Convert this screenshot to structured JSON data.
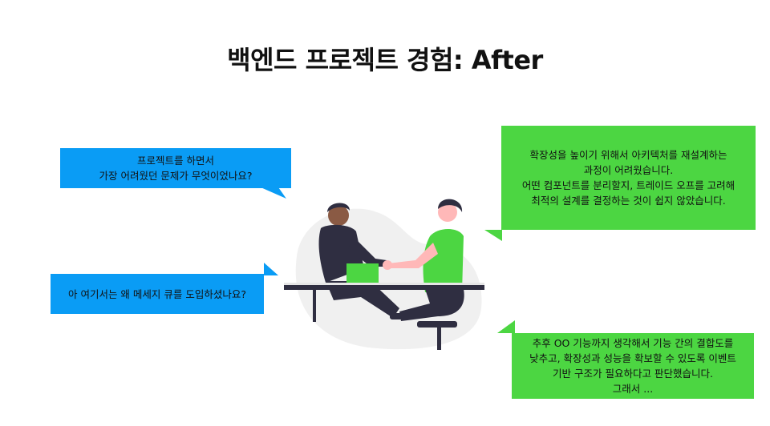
{
  "slide": {
    "title": "백엔드 프로젝트 경험: After"
  },
  "bubbles": {
    "q1": {
      "lines": [
        "프로젝트를 하면서",
        "가장 어려웠던 문제가 무엇이었나요?"
      ]
    },
    "q2": {
      "lines": [
        "아 여기서는 왜 메세지 큐를 도입하셨나요?"
      ]
    },
    "a1": {
      "lines": [
        "확장성을 높이기 위해서 아키텍처를 재설계하는",
        "과정이 어려웠습니다.",
        "어떤 컴포넌트를 분리할지, 트레이드 오프를 고려해",
        "최적의 설계를 결정하는 것이 쉽지 않았습니다."
      ]
    },
    "a2": {
      "lines": [
        "추후 OO 기능까지 생각해서 기능 간의 결합도를",
        "낮추고, 확장성과 성능을 확보할 수 있도록 이벤트",
        "기반 구조가 필요하다고 판단했습니다.",
        "그래서 ..."
      ]
    }
  },
  "colors": {
    "question_bubble": "#0a9cf5",
    "answer_bubble": "#4cd642",
    "person_shirt_green": "#4cd642",
    "dark_clothes": "#2f2e41"
  },
  "illustration": {
    "name": "two-people-handshake-at-table"
  }
}
